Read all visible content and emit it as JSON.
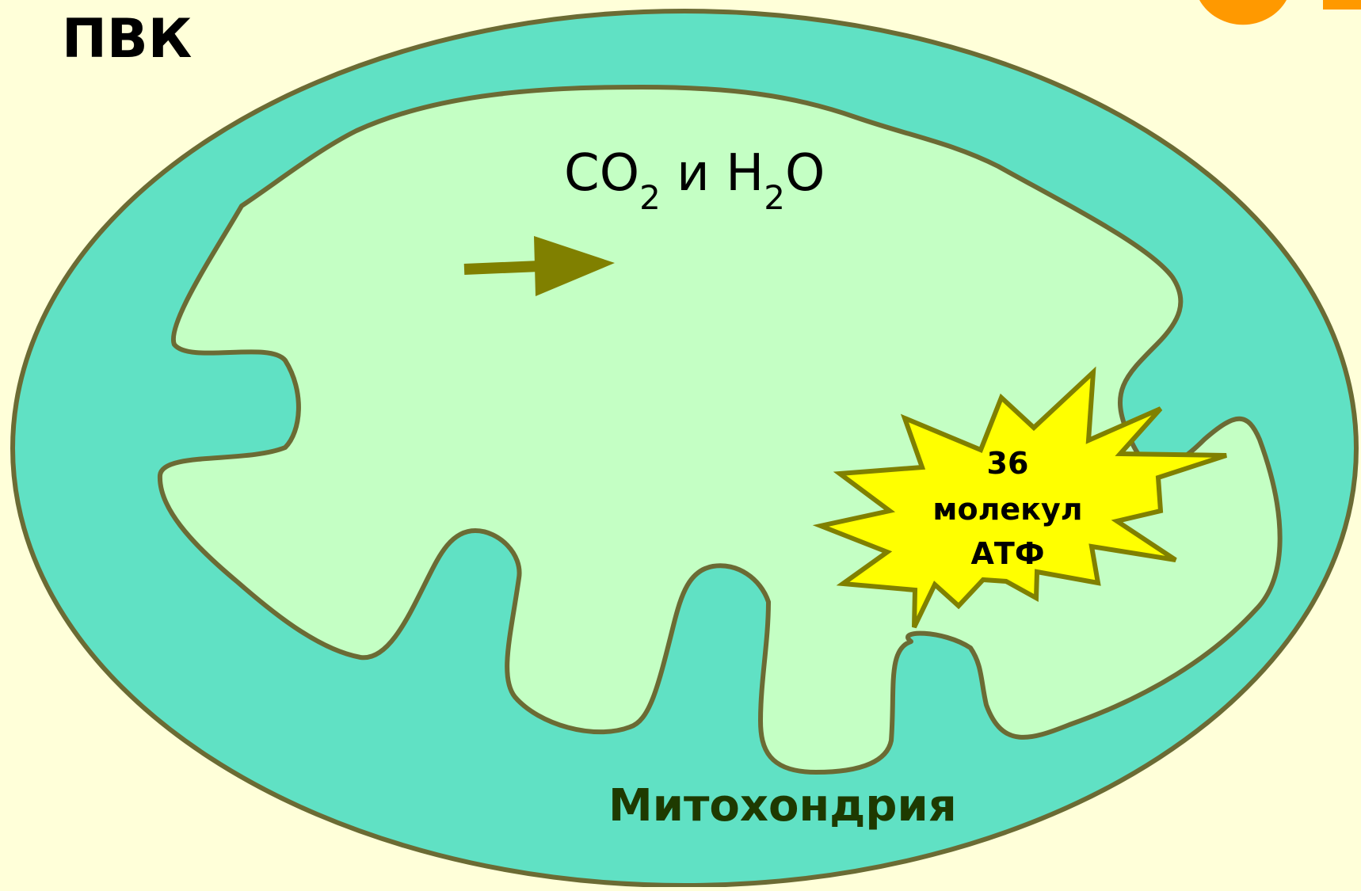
{
  "labels": {
    "substrate": "ПВК",
    "products": {
      "co": "CO",
      "sub1": "2",
      "conj": " и H",
      "sub2": "2",
      "o": "O"
    },
    "atp": {
      "line1": "36",
      "line2": "молекул",
      "line3": "АТФ"
    },
    "organelle": "Митохондрия"
  },
  "colors": {
    "background": "#FFFFD9",
    "outer_membrane_fill": "#60E1C4",
    "matrix_fill": "#C4FFC4",
    "membrane_stroke": "#6B6B34",
    "arrow": "#808000",
    "star_fill": "#FFFF00",
    "star_stroke": "#808000",
    "orange_accent": "#FF9900",
    "organelle_label": "#1E3A00"
  }
}
